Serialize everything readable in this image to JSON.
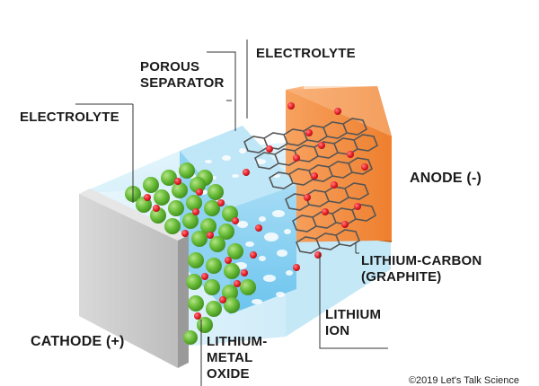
{
  "labels": {
    "porous_separator": [
      "POROUS",
      "SEPARATOR"
    ],
    "electrolyte_top": "ELECTROLYTE",
    "electrolyte_left": "ELECTROLYTE",
    "anode": "ANODE (-)",
    "lithium_carbon": [
      "LITHIUM-CARBON",
      "(GRAPHITE)"
    ],
    "lithium_ion": [
      "LITHIUM",
      "ION"
    ],
    "cathode": "CATHODE (+)",
    "lithium_metal_oxide": [
      "LITHIUM-",
      "METAL",
      "OXIDE"
    ]
  },
  "copyright": "©2019 Let's Talk Science",
  "colors": {
    "cathode_plate": "#cfcfcf",
    "anode_plate": "#f08a3c",
    "electrolyte": "#bfe6f7",
    "separator": "#7fcdf0",
    "sphere_green": "#6cbf3a",
    "ion_red": "#e8202a",
    "graphite": "#555555"
  }
}
